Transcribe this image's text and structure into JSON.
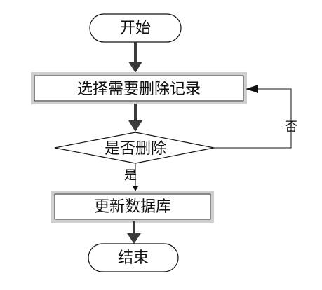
{
  "diagram": {
    "nodes": {
      "start": {
        "label": "开始"
      },
      "select": {
        "label": "选择需要删除记录"
      },
      "decision": {
        "label": "是否删除"
      },
      "update": {
        "label": "更新数据库"
      },
      "end": {
        "label": "结束"
      }
    },
    "edges": {
      "yes_label": "是",
      "no_label": "否"
    }
  },
  "colors": {
    "stroke": "#111111",
    "arrow_heavy": "#3a3a3a",
    "box_shadow": "#cfcfcf",
    "fill": "#ffffff"
  }
}
